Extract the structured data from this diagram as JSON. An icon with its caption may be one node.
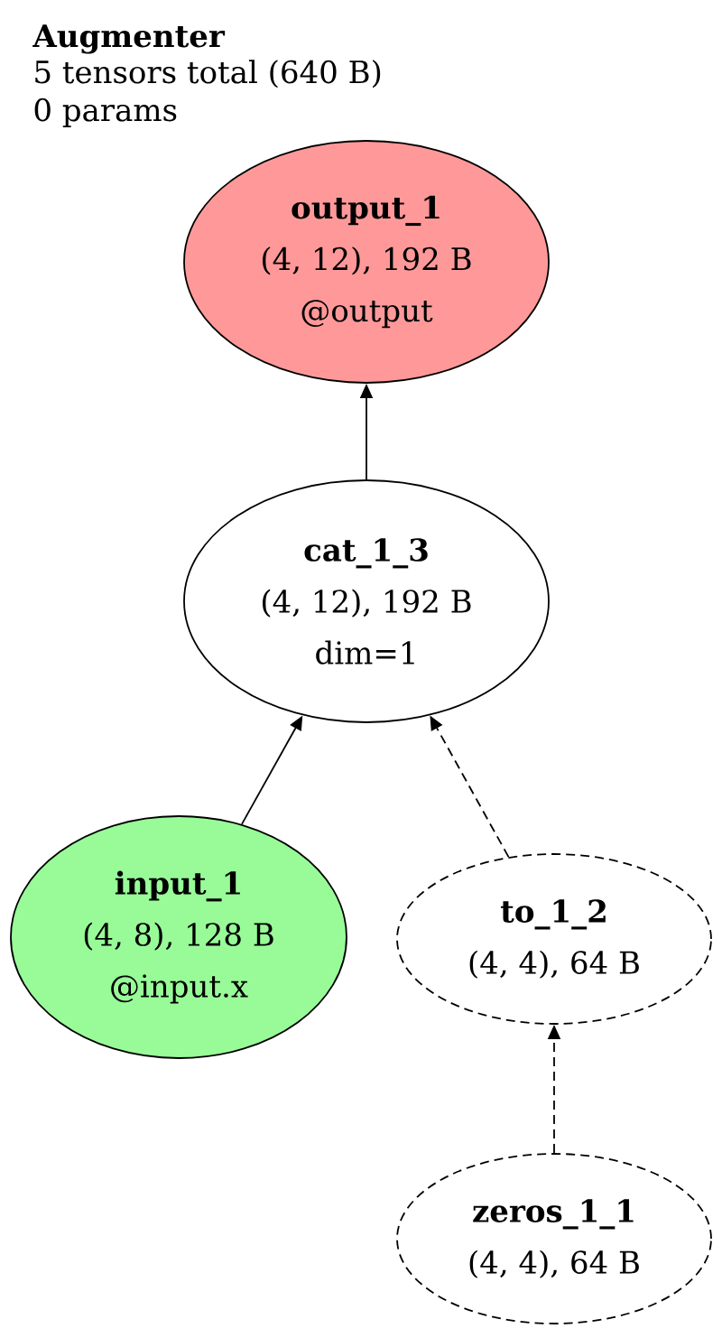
{
  "diagram": {
    "title": "Augmenter",
    "labels": [
      "5 tensors total (640 B)",
      "0 params"
    ],
    "nodes": [
      {
        "text": [
          "output_1",
          "(4, 12), 192 B",
          "@output"
        ]
      },
      {
        "text": [
          "cat_1_3",
          "(4, 12), 192 B",
          "dim=1"
        ]
      },
      {
        "text": [
          "input_1",
          "(4, 8), 128 B",
          "@input.x"
        ]
      },
      {
        "text": [
          "to_1_2",
          "(4, 4), 64 B"
        ]
      },
      {
        "text": [
          "zeros_1_1",
          "(4, 4), 64 B"
        ]
      }
    ],
    "edges": [
      {
        "from": 1,
        "to": 0,
        "arrow": "to"
      },
      {
        "from": 2,
        "to": 1,
        "arrow": "to"
      },
      {
        "from": 3,
        "to": 1,
        "arrow": "to",
        "style": "dashed"
      },
      {
        "from": 4,
        "to": 3,
        "arrow": "to",
        "style": "dashed"
      }
    ]
  }
}
